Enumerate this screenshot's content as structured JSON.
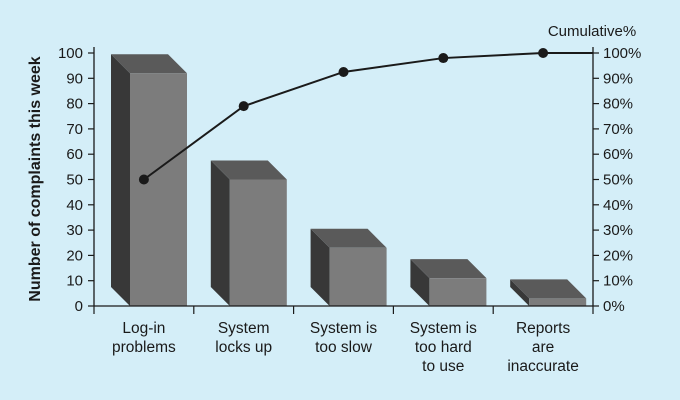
{
  "colors": {
    "background": "#d4eef8",
    "bar_front": "#7c7c7c",
    "bar_top": "#5a5a5a",
    "bar_side": "#383838",
    "line": "#1a1a1a",
    "axis": "#1a1a1a"
  },
  "chart_data": {
    "type": "bar",
    "title": "",
    "categories": [
      [
        "Log-in",
        "problems"
      ],
      [
        "System",
        "locks up"
      ],
      [
        "System is",
        "too slow"
      ],
      [
        "System is",
        "too hard",
        "to use"
      ],
      [
        "Reports",
        "are",
        "inaccurate"
      ]
    ],
    "series": [
      {
        "name": "",
        "type": "bar",
        "axis": "left",
        "values": [
          92,
          50,
          23,
          11,
          3
        ]
      },
      {
        "name": "",
        "type": "line",
        "axis": "right",
        "values": [
          50,
          79,
          92.5,
          98,
          100
        ]
      }
    ],
    "ylabel": "Number of complaints this week",
    "y2label": "Cumulative%",
    "ylim": [
      0,
      100
    ],
    "y2lim": [
      0,
      100
    ],
    "y_ticks": [
      "0",
      "10",
      "20",
      "30",
      "40",
      "50",
      "60",
      "70",
      "80",
      "90",
      "100"
    ],
    "y2_ticks": [
      "0%",
      "10%",
      "20%",
      "30%",
      "40%",
      "50%",
      "60%",
      "70%",
      "80%",
      "90%",
      "100%"
    ],
    "bar_style": "3d",
    "grid": false,
    "legend": "none"
  }
}
